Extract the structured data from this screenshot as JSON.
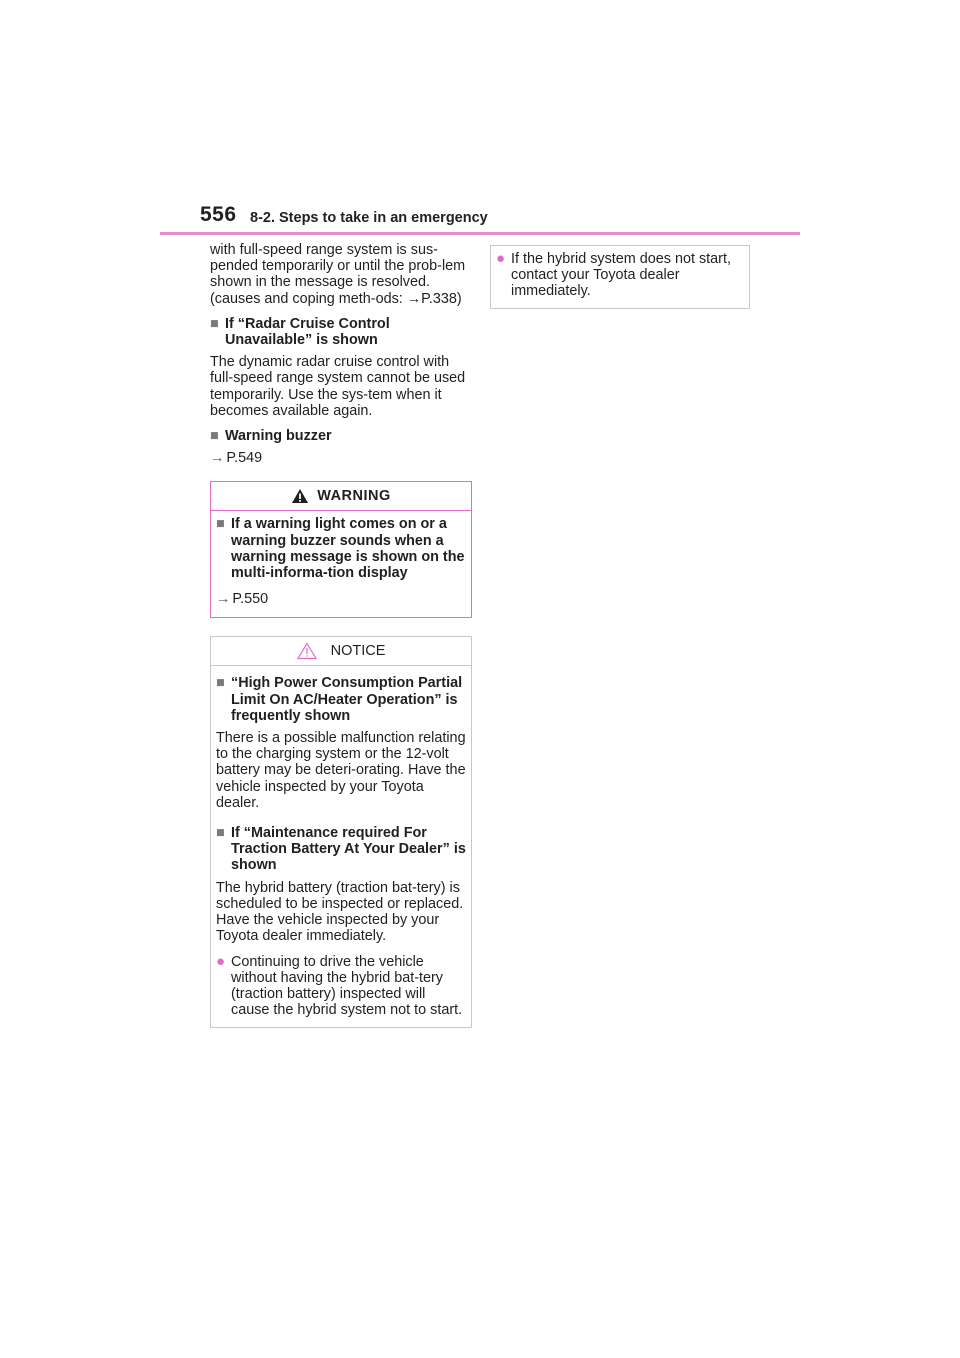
{
  "header": {
    "page_number": "556",
    "section_title": "8-2. Steps to take in an emergency"
  },
  "left": {
    "intro_text": "with full-speed range system is sus-pended temporarily or until the prob-lem shown in the message is resolved. (causes and coping meth-ods: →P.338)",
    "radar_heading": "If “Radar Cruise Control Unavailable” is shown",
    "radar_text": "The dynamic radar cruise control with full-speed range system cannot be used temporarily. Use the sys-tem when it becomes available again.",
    "buzzer_heading": "Warning buzzer",
    "buzzer_ref": "P.549"
  },
  "warning_box": {
    "title": "WARNING",
    "heading": "If a warning light comes on or a warning buzzer sounds when a warning message is shown on the multi-informa-tion display",
    "ref": "P.550"
  },
  "notice_box": {
    "title": "NOTICE",
    "heading1": "“High Power Consumption Partial Limit On AC/Heater Operation” is frequently shown",
    "text1": "There is a possible malfunction relating to the charging system or the 12-volt battery may be deteri-orating. Have the vehicle inspected by your Toyota dealer.",
    "heading2": "If “Maintenance required For Traction Battery At Your Dealer” is shown",
    "text2": "The hybrid battery (traction bat-tery) is scheduled to be inspected or replaced. Have the vehicle inspected by your Toyota dealer immediately.",
    "bullet": "Continuing to drive the vehicle without having the hybrid bat-tery (traction battery) inspected will cause the hybrid system not to start."
  },
  "right_box": {
    "bullet": "If the hybrid system does not start, contact your Toyota dealer immediately."
  },
  "colors": {
    "accent_pink": "#e06bc9",
    "header_rule": "#e88ad6",
    "square_marker": "#7a7a7a"
  }
}
